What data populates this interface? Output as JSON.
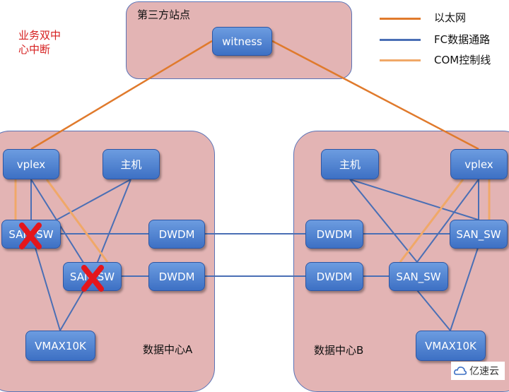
{
  "regions": {
    "third_party": "第三方站点",
    "dc_a": "数据中心A",
    "dc_b": "数据中心B"
  },
  "note": "业务双中心中断",
  "legend": [
    {
      "label": "以太网",
      "color": "#e07a2c"
    },
    {
      "label": "FC数据通路",
      "color": "#4a6fb5"
    },
    {
      "label": "COM控制线",
      "color": "#f0a868"
    }
  ],
  "nodes": {
    "witness": "witness",
    "vplex_a": "vplex",
    "host_a": "主机",
    "san_sw_a1": "SAN_SW",
    "san_sw_a2": "SAN_SW",
    "dwdm_a1": "DWDM",
    "dwdm_a2": "DWDM",
    "vmax_a": "VMAX10K",
    "dwdm_b1": "DWDM",
    "dwdm_b2": "DWDM",
    "host_b": "主机",
    "vplex_b": "vplex",
    "san_sw_b1": "SAN_SW",
    "san_sw_b2": "SAN_SW",
    "vmax_b": "VMAX10K"
  },
  "failed": [
    "san_sw_a1",
    "san_sw_a2"
  ],
  "watermark": "亿速云"
}
